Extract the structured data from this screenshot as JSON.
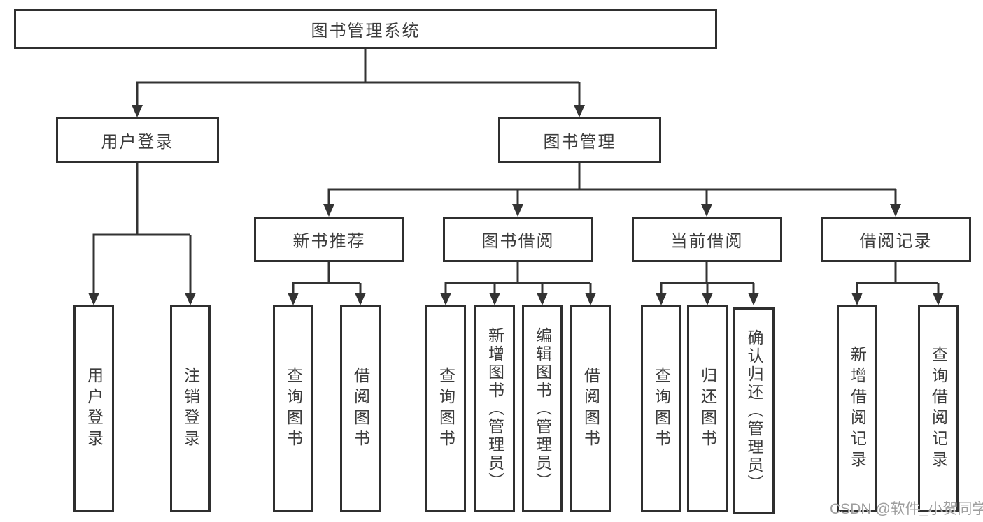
{
  "nodes": {
    "root": "图书管理系统",
    "user_login": "用户登录",
    "book_management": "图书管理",
    "new_book_recommend": "新书推荐",
    "book_borrow": "图书借阅",
    "current_borrow": "当前借阅",
    "borrow_record": "借阅记录",
    "leaf_user_login": "用户登录",
    "leaf_logout": "注销登录",
    "leaf_nb_query_book": "查询图书",
    "leaf_nb_borrow_book": "借阅图书",
    "leaf_bb_query_book": "查询图书",
    "leaf_bb_add_book": "新增图书（管理员）",
    "leaf_bb_edit_book": "编辑图书（管理员）",
    "leaf_bb_borrow_book": "借阅图书",
    "leaf_cb_query_book": "查询图书",
    "leaf_cb_return_book": "归还图书",
    "leaf_cb_confirm_return": "确认归还（管理员）",
    "leaf_br_add_record": "新增借阅记录",
    "leaf_br_query_record": "查询借阅记录"
  },
  "watermark": "CSDN @软件_小贺同学",
  "colors": {
    "line": "#333333",
    "box_border": "#2f2f2f",
    "text": "#3c3c3c",
    "watermark": "#9e9e9e",
    "background": "#ffffff"
  }
}
